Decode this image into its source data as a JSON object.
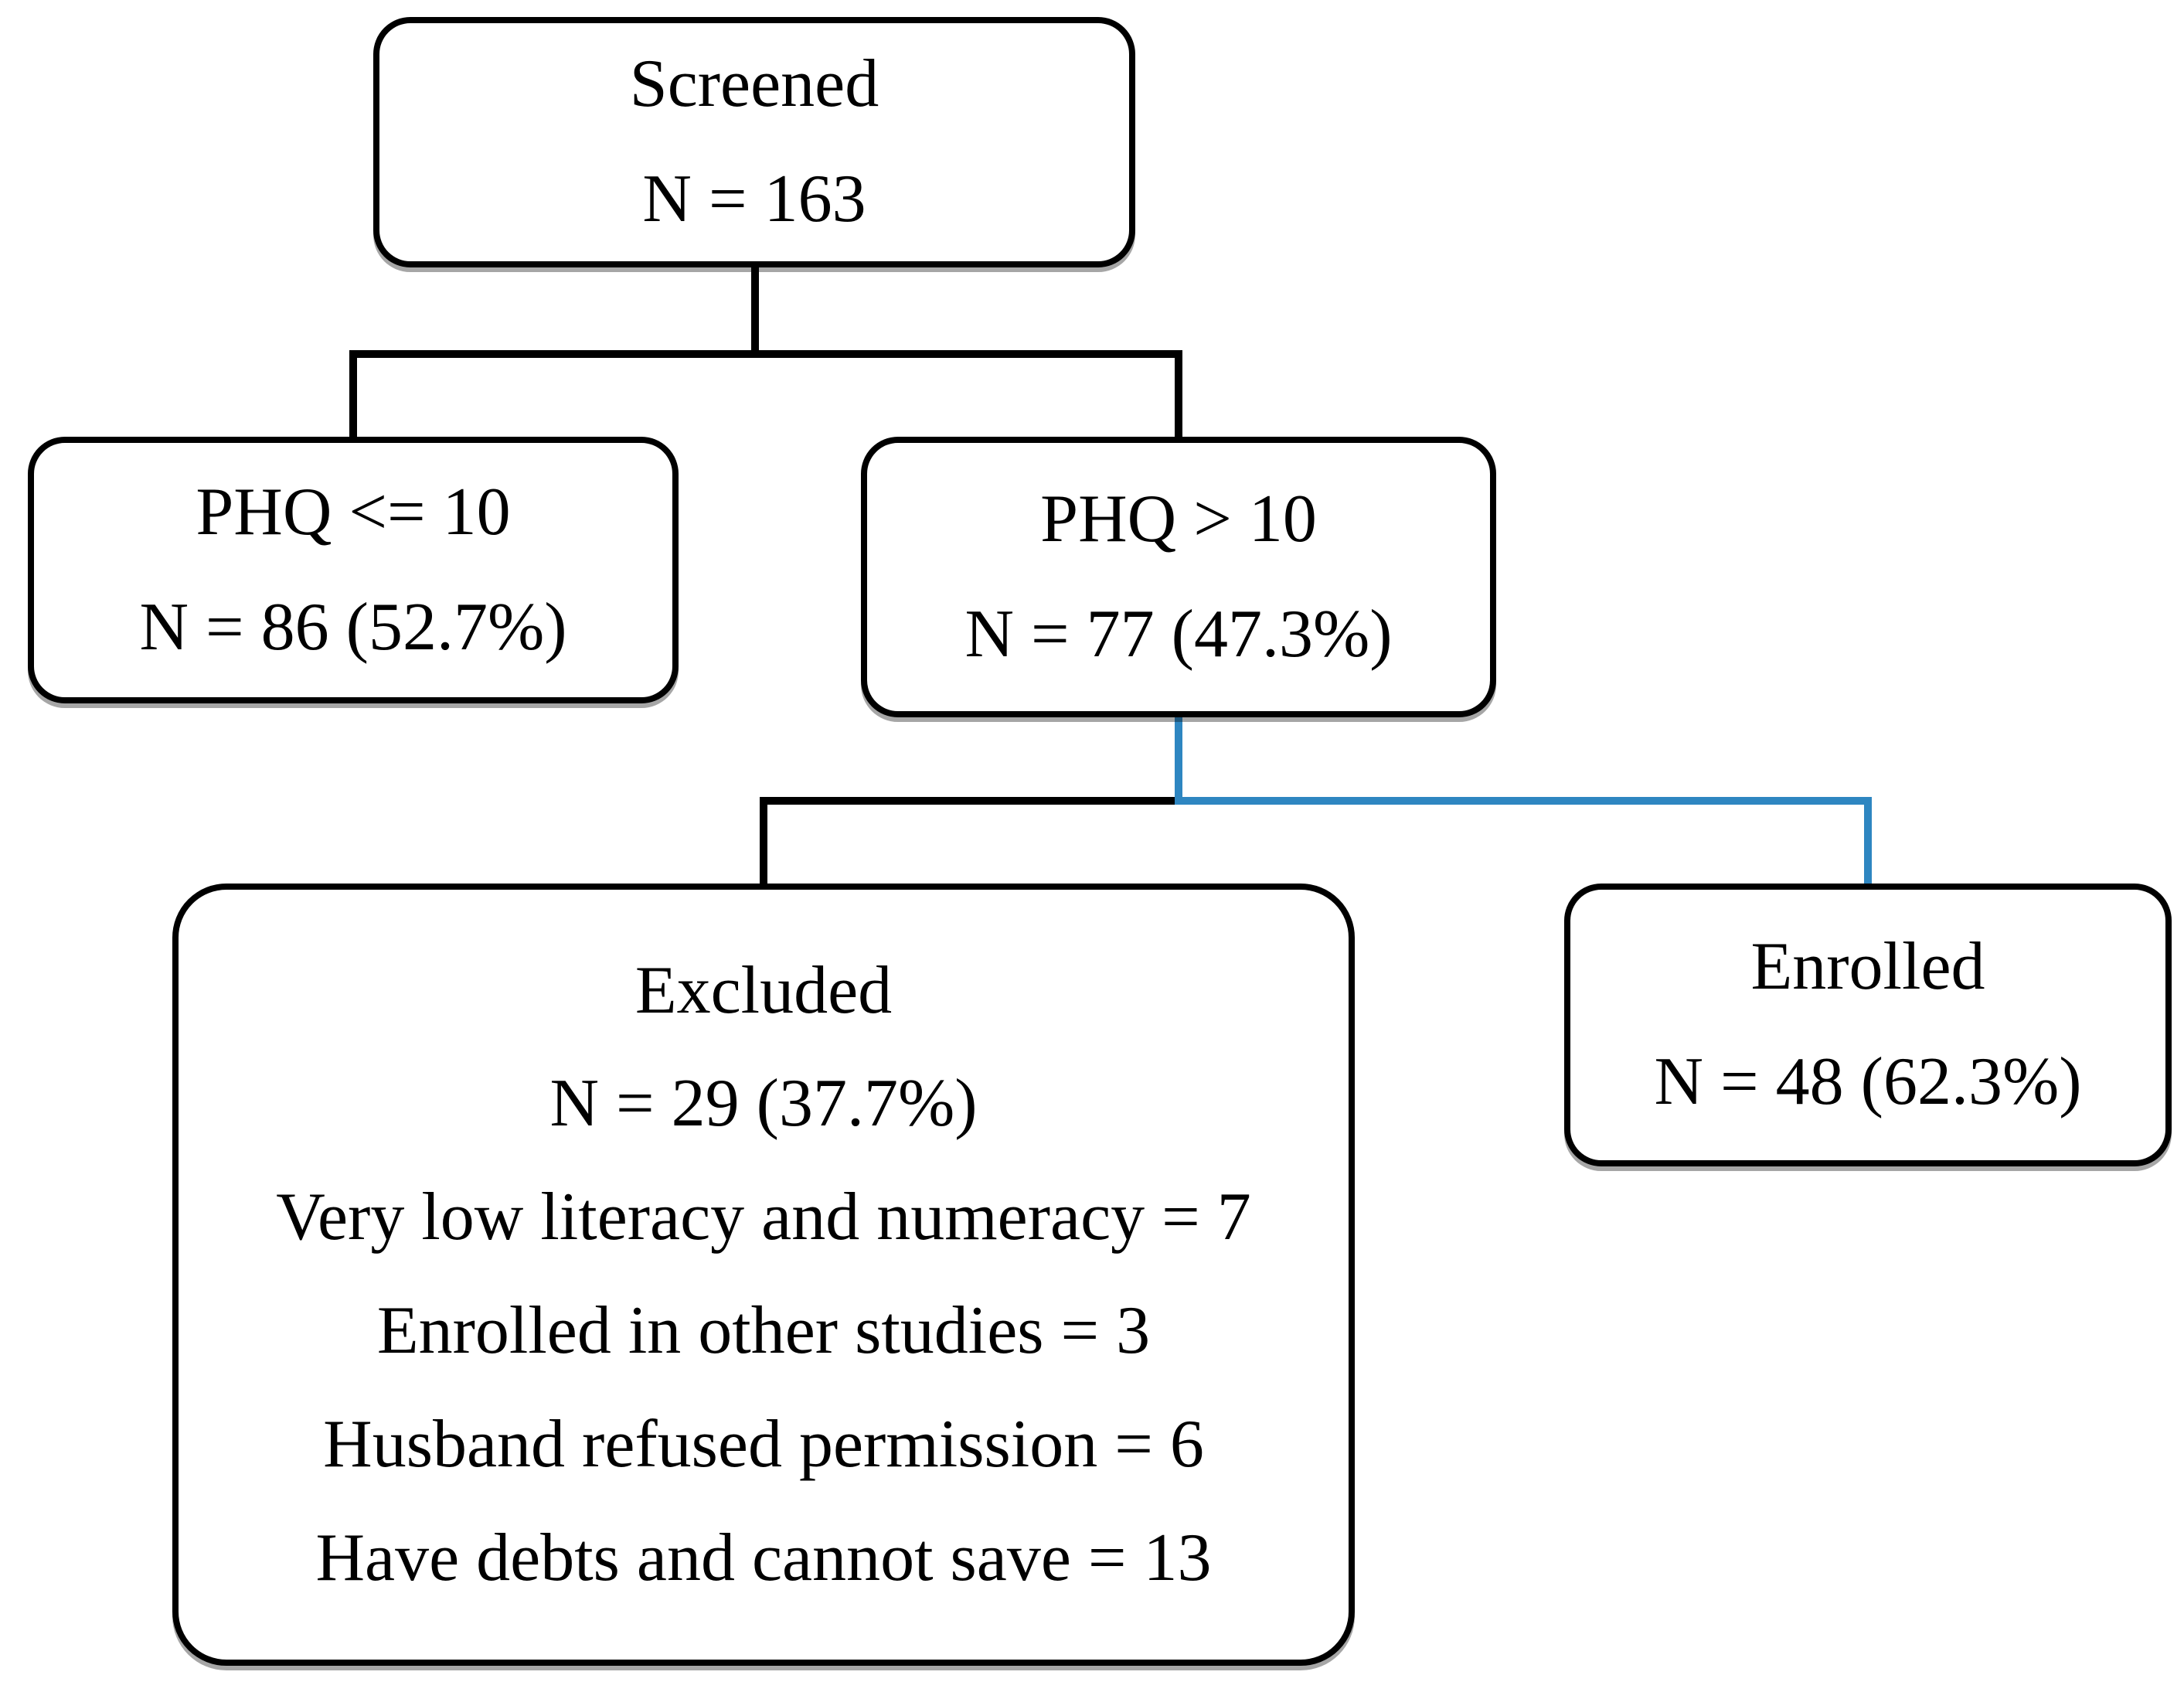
{
  "colors": {
    "accent-blue": "#2E86C1",
    "line-black": "#000000",
    "box-fill": "#FFFFFF",
    "box-border": "#000000"
  },
  "nodes": {
    "screened": {
      "title": "Screened",
      "count": "N = 163"
    },
    "phq_low": {
      "title": "PHQ <= 10",
      "count": "N = 86 (52.7%)"
    },
    "phq_high": {
      "title": "PHQ > 10",
      "count": "N = 77 (47.3%)"
    },
    "excluded": {
      "title": "Excluded",
      "count": "N = 29 (37.7%)",
      "reasons": [
        "Very low literacy and numeracy = 7",
        "Enrolled in other studies = 3",
        "Husband refused permission = 6",
        "Have debts and cannot save = 13"
      ]
    },
    "enrolled": {
      "title": "Enrolled",
      "count": "N = 48 (62.3%)"
    }
  },
  "edges": [
    {
      "from": "screened",
      "to": "phq_low",
      "color": "#000000"
    },
    {
      "from": "screened",
      "to": "phq_high",
      "color": "#000000"
    },
    {
      "from": "phq_high",
      "to": "excluded",
      "color": "#000000"
    },
    {
      "from": "phq_high",
      "to": "enrolled",
      "color": "#2E86C1"
    }
  ]
}
